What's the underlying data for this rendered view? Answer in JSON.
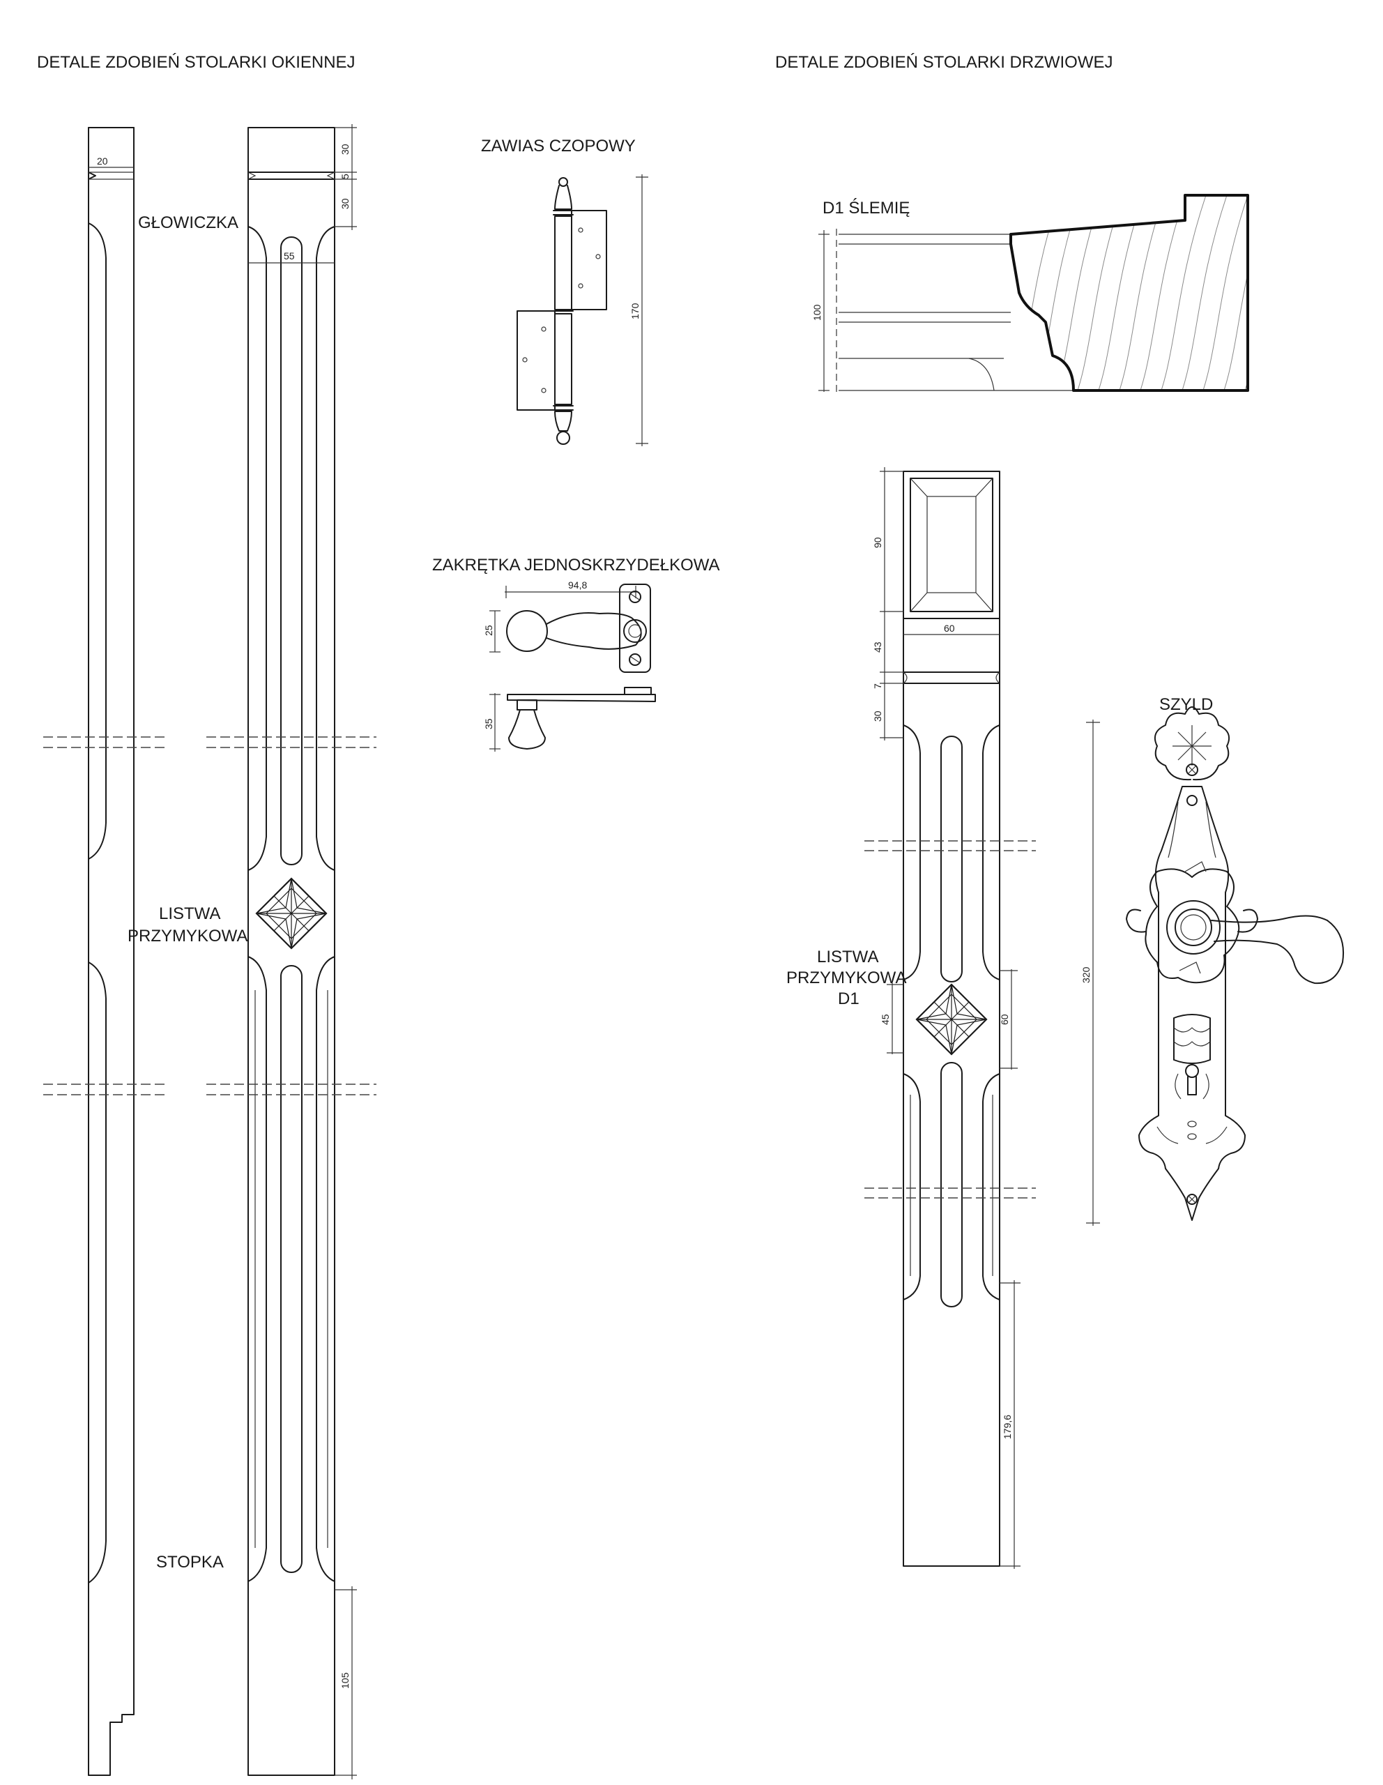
{
  "headings": {
    "window": "DETALE ZDOBIEŃ STOLARKI OKIENNEJ",
    "door": "DETALE ZDOBIEŃ STOLARKI DRZWIOWEJ"
  },
  "window_labels": {
    "head": "GŁOWICZKA",
    "strip_line1": "LISTWA",
    "strip_line2": "PRZYMYKOWA",
    "foot": "STOPKA"
  },
  "hardware_labels": {
    "hinge": "ZAWIAS CZOPOWY",
    "latch": "ZAKRĘTKA JEDNOSKRZYDEŁKOWA"
  },
  "door_labels": {
    "profile": "D1 ŚLEMIĘ",
    "strip_line1": "LISTWA",
    "strip_line2": "PRZYMYKOWA",
    "strip_line3": "D1",
    "plate": "SZYLD"
  },
  "dimensions": {
    "win_side_top": "20",
    "win_top_30a": "30",
    "win_top_5": "5",
    "win_top_30b": "30",
    "win_width_55": "55",
    "win_bottom_105": "105",
    "hinge_170": "170",
    "latch_94_8": "94,8",
    "latch_25": "25",
    "latch_35": "35",
    "profile_100": "100",
    "door_90": "90",
    "door_60_width": "60",
    "door_43": "43",
    "door_7": "7",
    "door_30": "30",
    "door_45": "45",
    "door_60": "60",
    "door_179_6": "179,6",
    "plate_320": "320"
  }
}
